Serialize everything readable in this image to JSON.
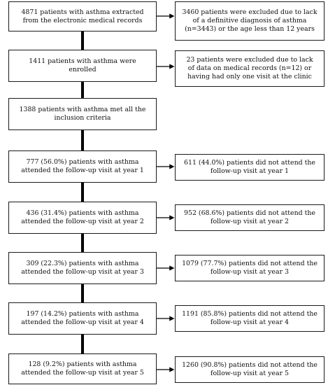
{
  "flowchart": {
    "main_steps": [
      {
        "lines": [
          "4871 patients with asthma extracted",
          "from the electronic medical records"
        ]
      },
      {
        "lines": [
          "1411 patients with asthma were",
          "enrolled"
        ]
      },
      {
        "lines": [
          "1388 patients with asthma met all the",
          "inclusion criteria"
        ]
      },
      {
        "lines": [
          "777 (56.0%) patients with asthma",
          "attended the follow-up visit at year 1"
        ]
      },
      {
        "lines": [
          "436 (31.4%) patients with asthma",
          "attended the follow-up visit at year 2"
        ]
      },
      {
        "lines": [
          "309 (22.3%) patients with asthma",
          "attended the follow-up visit at year 3"
        ]
      },
      {
        "lines": [
          "197 (14.2%) patients with asthma",
          "attended the follow-up visit at year 4"
        ]
      },
      {
        "lines": [
          "128 (9.2%) patients with asthma",
          "attended the follow-up visit at year 5"
        ]
      }
    ],
    "side_steps": [
      {
        "lines": [
          "3460 patients were excluded due to lack",
          "of a definitive diagnosis of asthma",
          "(n=3443) or the age less than 12 years"
        ]
      },
      {
        "lines": [
          "23 patients were excluded due to lack",
          "of data on medical records (n=12) or",
          "having had only one visit at the clinic"
        ]
      },
      {
        "lines": [
          "611 (44.0%) patients did not attend the",
          "follow-up visit at year 1"
        ]
      },
      {
        "lines": [
          "952 (68.6%) patients did not attend the",
          "follow-up visit at year 2"
        ]
      },
      {
        "lines": [
          "1079 (77.7%) patients did not attend the",
          "follow-up visit at year 3"
        ]
      },
      {
        "lines": [
          "1191 (85.8%) patients did not attend the",
          "follow-up visit at year 4"
        ]
      },
      {
        "lines": [
          "1260 (90.8%) patients did not attend the",
          "follow-up visit at year 5"
        ]
      }
    ]
  }
}
